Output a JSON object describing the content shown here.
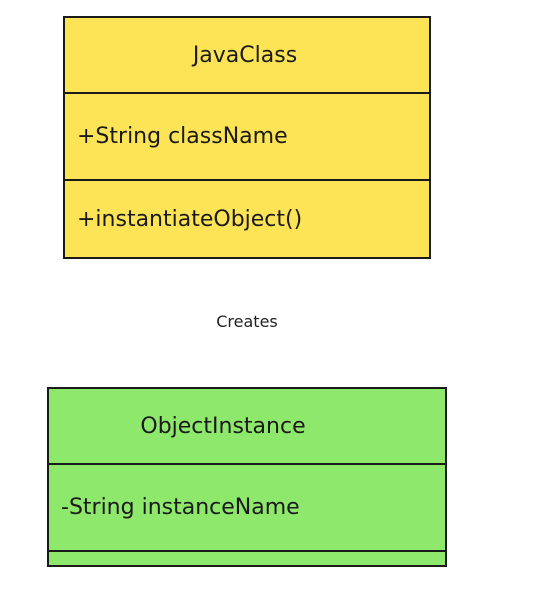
{
  "diagram": {
    "classes": [
      {
        "name": "JavaClass",
        "attributes": [
          "+String className"
        ],
        "methods": [
          "+instantiateObject()"
        ],
        "fill": "#fde456"
      },
      {
        "name": "ObjectInstance",
        "attributes": [
          "-String instanceName"
        ],
        "methods": [],
        "fill": "#8ee86c"
      }
    ],
    "relation": {
      "label": "Creates"
    }
  }
}
